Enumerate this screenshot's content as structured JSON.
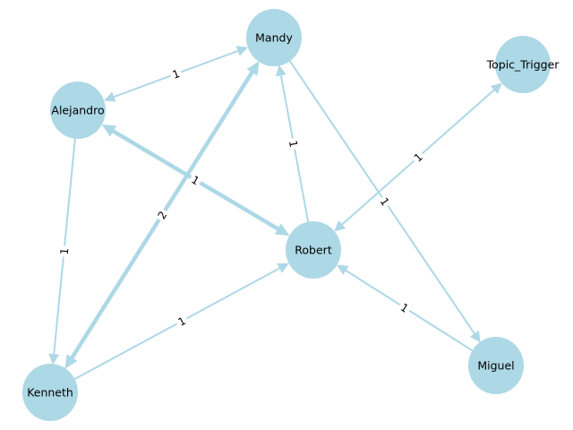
{
  "graph": {
    "node_color": "#add8e6",
    "edge_color": "#add8e6",
    "label_color": "#000000",
    "nodes": [
      {
        "id": "Mandy",
        "label": "Mandy"
      },
      {
        "id": "Topic_Trigger",
        "label": "Topic_Trigger"
      },
      {
        "id": "Alejandro",
        "label": "Alejandro"
      },
      {
        "id": "Robert",
        "label": "Robert"
      },
      {
        "id": "Miguel",
        "label": "Miguel"
      },
      {
        "id": "Kenneth",
        "label": "Kenneth"
      }
    ],
    "edges": [
      {
        "source": "Mandy",
        "target": "Alejandro",
        "weight": "1",
        "bidirectional": true
      },
      {
        "source": "Robert",
        "target": "Mandy",
        "weight": "1",
        "bidirectional": false
      },
      {
        "source": "Mandy",
        "target": "Miguel",
        "weight": "1",
        "bidirectional": false
      },
      {
        "source": "Topic_Trigger",
        "target": "Robert",
        "weight": "1",
        "bidirectional": true
      },
      {
        "source": "Alejandro",
        "target": "Robert",
        "weight": "1",
        "bidirectional": true,
        "thick": true
      },
      {
        "source": "Alejandro",
        "target": "Kenneth",
        "weight": "1",
        "bidirectional": false
      },
      {
        "source": "Kenneth",
        "target": "Mandy",
        "weight": "2",
        "bidirectional": true,
        "thick": true
      },
      {
        "source": "Kenneth",
        "target": "Robert",
        "weight": "1",
        "bidirectional": false
      },
      {
        "source": "Miguel",
        "target": "Robert",
        "weight": "1",
        "bidirectional": false
      }
    ]
  }
}
